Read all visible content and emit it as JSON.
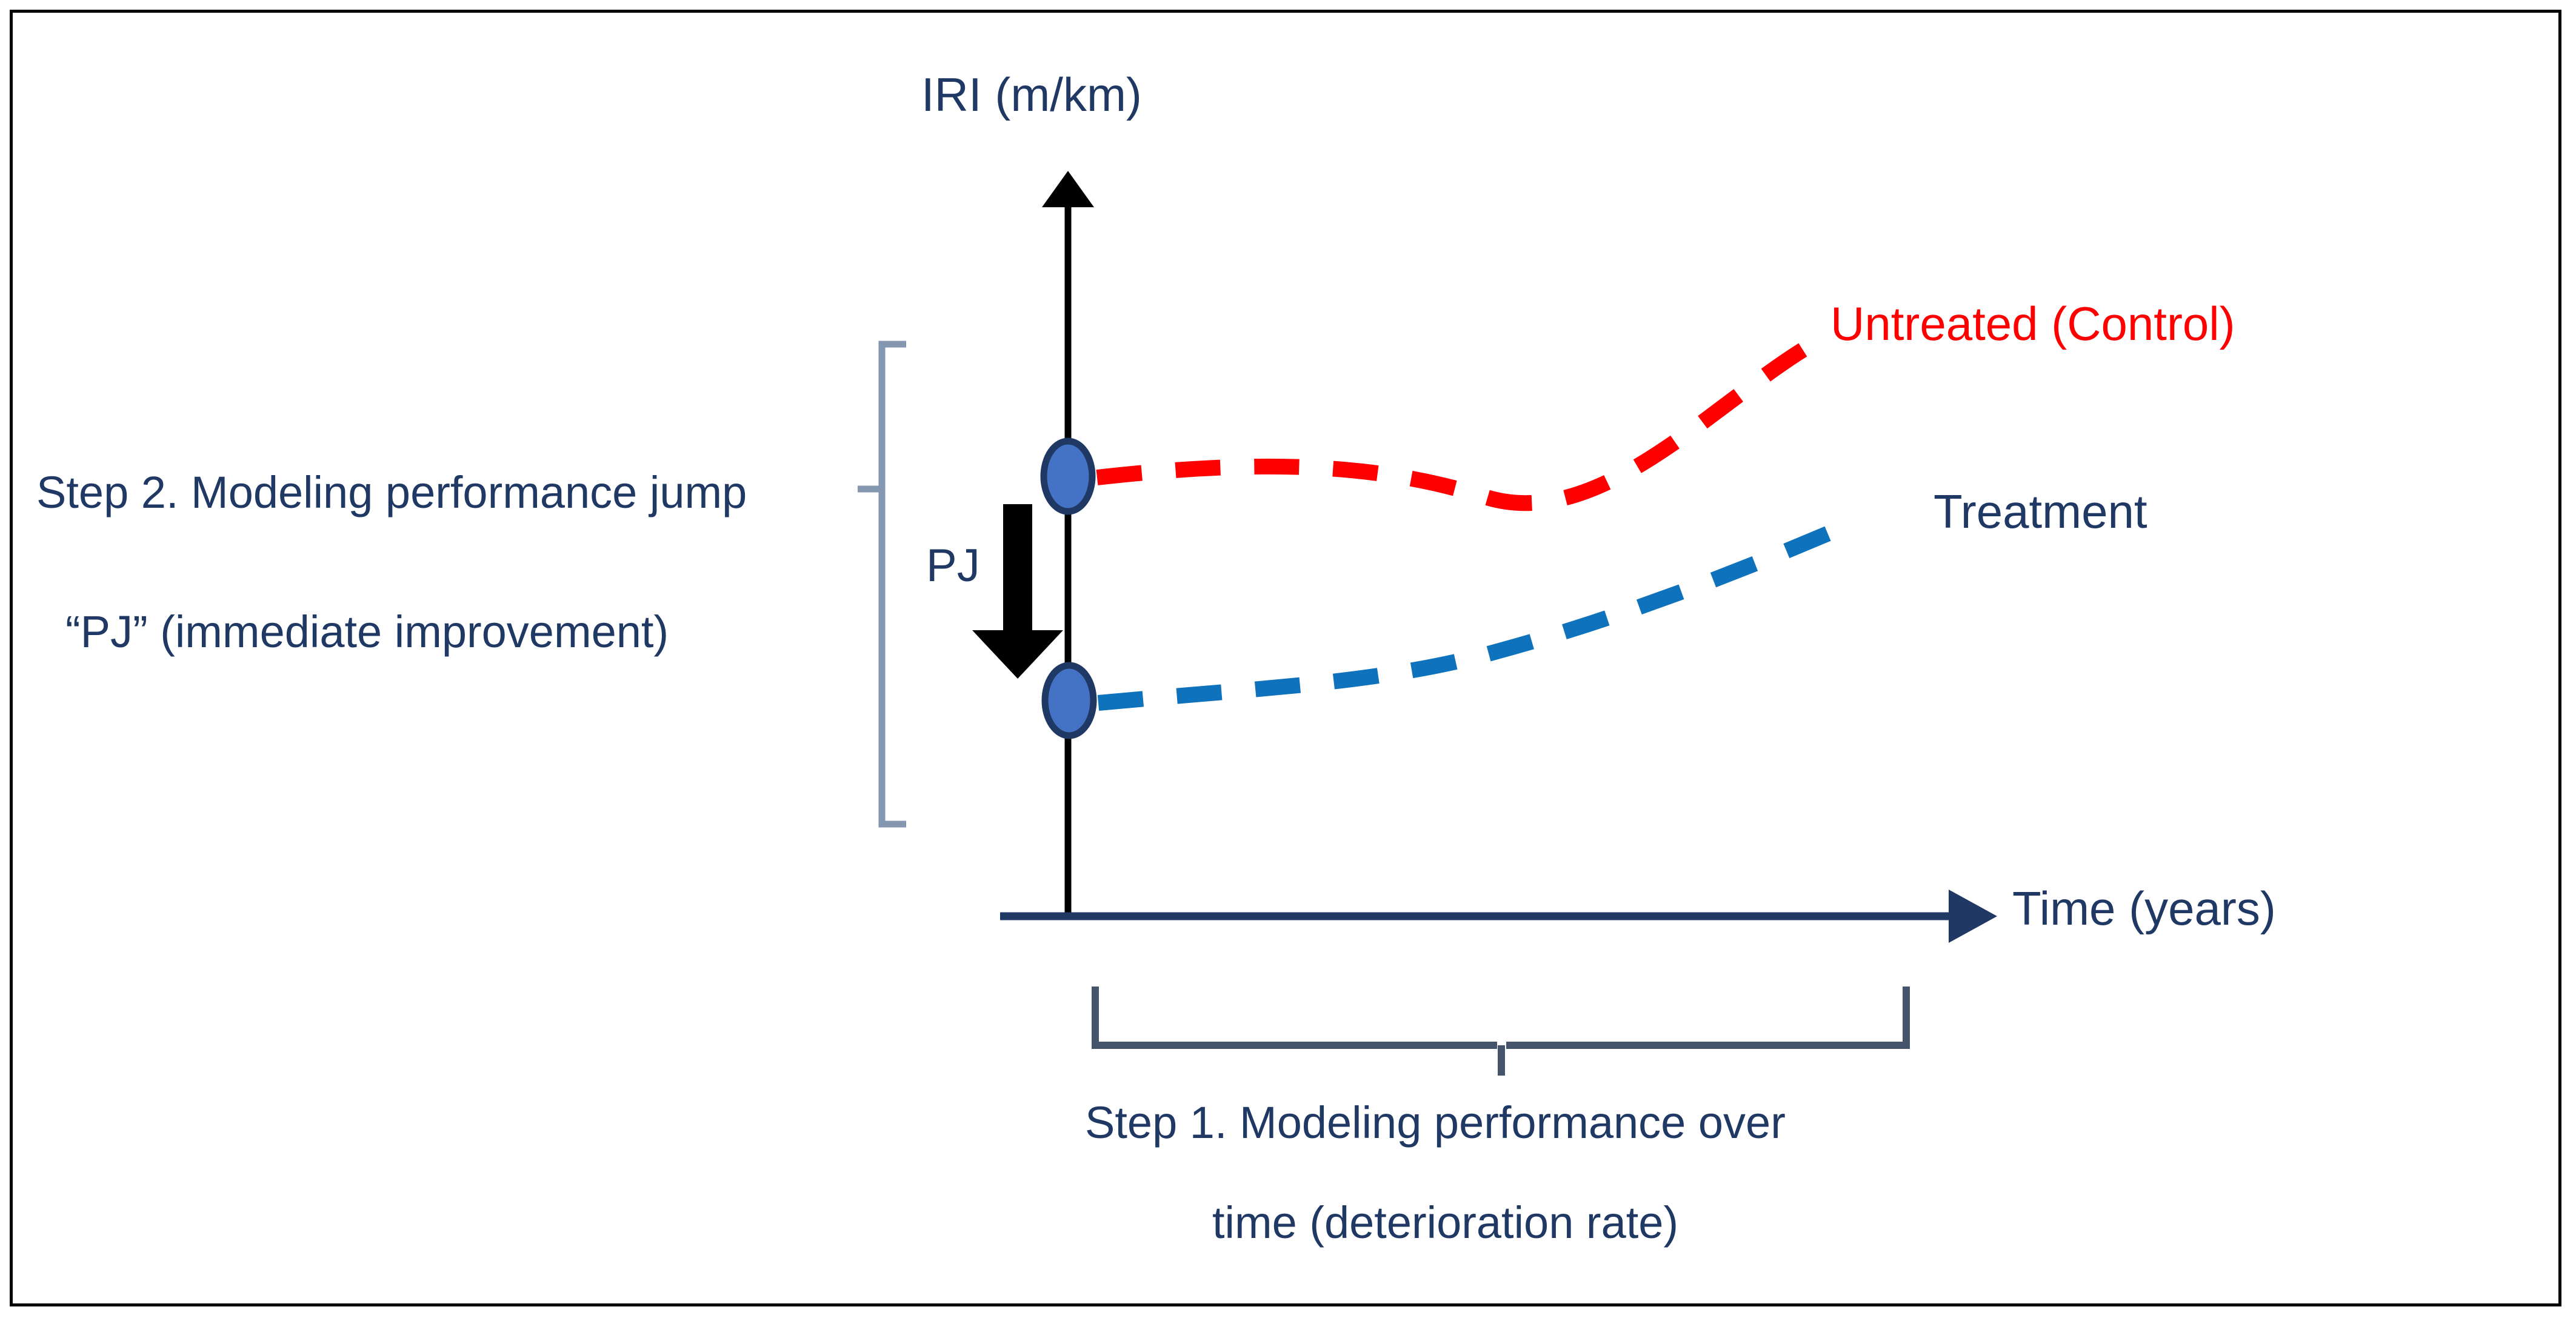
{
  "figure": {
    "axes": {
      "y_label": "IRI (m/km)",
      "x_label": "Time (years)"
    },
    "legend": {
      "untreated": "Untreated (Control)",
      "treatment": "Treatment"
    },
    "annotations": {
      "pj_arrow_label": "PJ",
      "step2_line1": "Step 2. Modeling performance jump",
      "step2_line2": "“PJ” (immediate improvement)",
      "step1_line1": "Step 1. Modeling performance over",
      "step1_line2": "time (deterioration rate)"
    },
    "colors": {
      "untreated_curve": "#FF0000",
      "treatment_curve": "#0E72BC",
      "marker_fill": "#4472C4",
      "marker_stroke": "#1F3864",
      "axis_y": "#000000",
      "axis_x": "#1F3864",
      "text": "#1F3864",
      "bracket": "#8496B0",
      "brace": "#44546A",
      "frame": "#000000",
      "background": "#FFFFFF"
    }
  },
  "chart_data": {
    "type": "line",
    "title": "",
    "xlabel": "Time (years)",
    "ylabel": "IRI (m/km)",
    "xlim": [
      0,
      10
    ],
    "ylim": [
      0,
      10
    ],
    "grid": false,
    "legend_position": "right",
    "x": [
      0,
      1,
      2,
      3,
      4,
      5,
      6,
      7,
      8
    ],
    "series": [
      {
        "name": "Untreated (Control)",
        "color": "#FF0000",
        "style": "dashed",
        "values": [
          5.0,
          4.92,
          4.92,
          5.02,
          5.2,
          5.5,
          5.9,
          6.45,
          7.1
        ]
      },
      {
        "name": "Treatment",
        "color": "#0E72BC",
        "style": "dashed",
        "values": [
          2.6,
          2.58,
          2.62,
          2.74,
          2.94,
          3.2,
          3.56,
          4.0,
          4.52
        ]
      }
    ],
    "markers": [
      {
        "name": "untreated-start",
        "x": 0,
        "y": 5.0,
        "shape": "ellipse"
      },
      {
        "name": "treatment-start",
        "x": 0,
        "y": 2.6,
        "shape": "ellipse"
      }
    ],
    "annotations": [
      {
        "name": "performance-jump-arrow",
        "label": "PJ",
        "from_y": 5.0,
        "to_y": 2.6,
        "direction": "down"
      }
    ]
  }
}
